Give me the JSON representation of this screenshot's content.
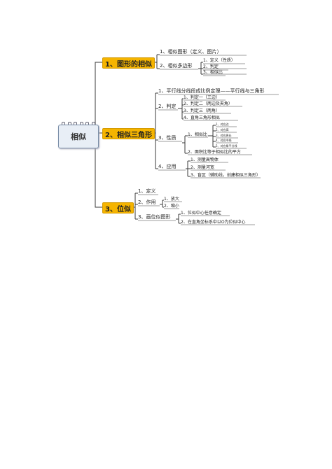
{
  "root": {
    "label": "相似"
  },
  "branches": {
    "b1": {
      "label": "1、图形的相似",
      "c1": "1、相似图形（定义、图片）",
      "c2": "2、相似多边形",
      "c2_1": "1、定义（性质）",
      "c2_2": "2、判定",
      "c2_3": "3、相似比"
    },
    "b2": {
      "label": "2、相似三角形",
      "c1": "1、平行线分线段成比例定理——平行线与三角形",
      "c2": "2、判定",
      "c2_1": "1、判定一（三边）",
      "c2_2": "2、判定二（两边及夹角）",
      "c2_3": "3、判定三（两角）",
      "c2_4": "4、直角三角形相似",
      "c3": "3、性质",
      "c3_1": "1、相似比",
      "c3_1_1": "1、对应边",
      "c3_1_2": "2、对应高",
      "c3_1_3": "3、对应周长",
      "c3_1_4": "4、对应中线",
      "c3_1_5": "5、对应角平分线",
      "c3_2": "2、面积比等于相似比的平方",
      "c4": "4、应用",
      "c4_1": "1、测量高物体",
      "c4_2": "2、测量河宽",
      "c4_3": "3、盲区（辅助线，创建相似三角形）"
    },
    "b3": {
      "label": "3、位似",
      "c1": "1、定义",
      "c2": "2、作用",
      "c2_1": "1、放大",
      "c2_2": "2、缩小",
      "c3": "3、画位似图形",
      "c3_1": "1、位似中心任意确定",
      "c3_2": "2、在直角坐标系中以O为位似中心"
    }
  },
  "colors": {
    "main_fill": "#f5b400",
    "line": "#3a3a3a",
    "root_fill": "#e8eef6"
  }
}
